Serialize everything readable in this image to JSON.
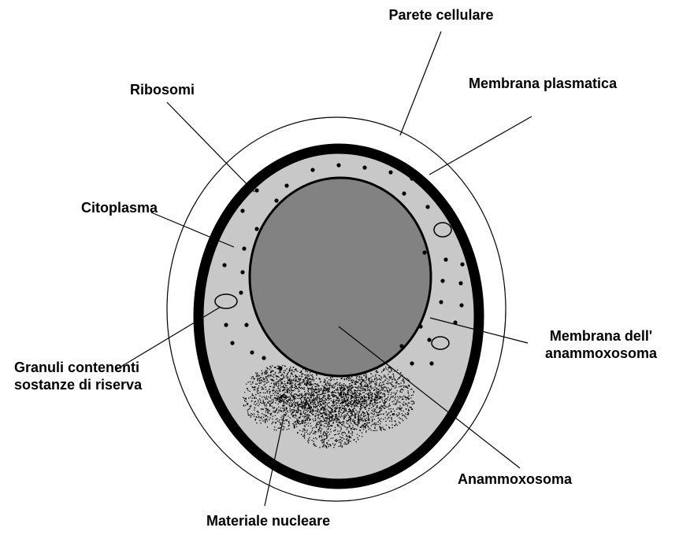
{
  "labels": {
    "cell_wall": "Parete cellulare",
    "plasma_membrane": "Membrana plasmatica",
    "ribosomes": "Ribosomi",
    "cytoplasm": "Citoplasma",
    "anammoxosome_membrane_line1": "Membrana dell'",
    "anammoxosome_membrane_line2": "anammoxosoma",
    "granules_line1": "Granuli contenenti",
    "granules_line2": "sostanze di riserva",
    "anammoxosome": "Anammoxosoma",
    "nuclear_material": "Materiale nucleare"
  },
  "colors": {
    "cell_wall_fill": "#ffffff",
    "plasma_membrane": "#000000",
    "cytoplasm": "#c8c8c8",
    "anammoxosome": "#828282",
    "ribosome": "#000000",
    "nucleoid": "#000000",
    "leader_line": "#000000"
  }
}
